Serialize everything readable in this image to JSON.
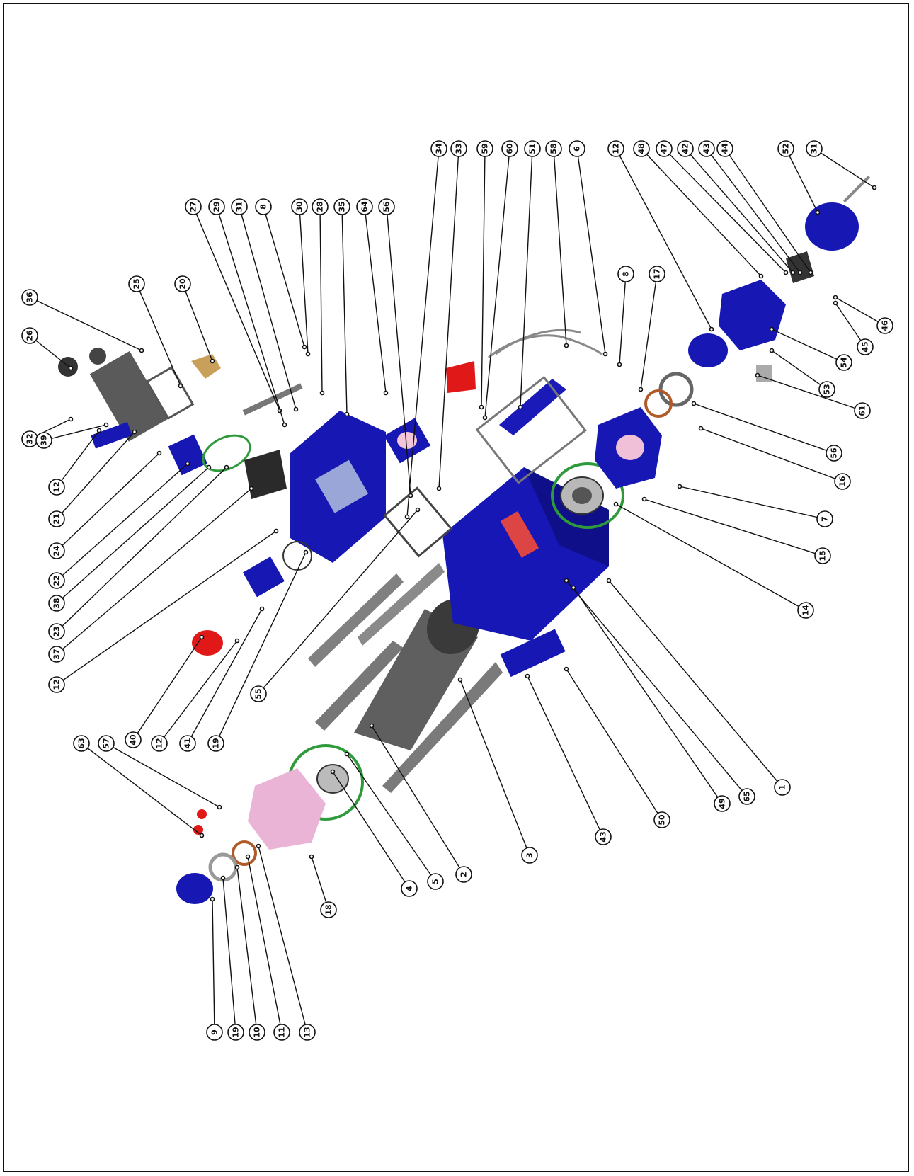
{
  "colors": {
    "body": "#1616b4",
    "body_dark": "#0c0c78",
    "accent_red": "#e01818",
    "panel_grey": "#777777",
    "gasket_green": "#2f9a3c",
    "flange_pink": "#e9b4d6"
  },
  "callouts": [
    "34",
    "33",
    "59",
    "60",
    "51",
    "58",
    "6",
    "12",
    "48",
    "47",
    "42",
    "43",
    "44",
    "52",
    "31",
    "27",
    "29",
    "31",
    "8",
    "30",
    "28",
    "35",
    "64",
    "56",
    "36",
    "26",
    "25",
    "20",
    "32",
    "39",
    "12",
    "21",
    "24",
    "22",
    "38",
    "23",
    "37",
    "12",
    "40",
    "12",
    "41",
    "19",
    "55",
    "8",
    "17",
    "46",
    "45",
    "54",
    "53",
    "61",
    "56",
    "16",
    "7",
    "15",
    "14",
    "1",
    "65",
    "49",
    "50",
    "43",
    "3",
    "2",
    "5",
    "4",
    "63",
    "57",
    "18",
    "9",
    "19",
    "10",
    "11",
    "13"
  ]
}
